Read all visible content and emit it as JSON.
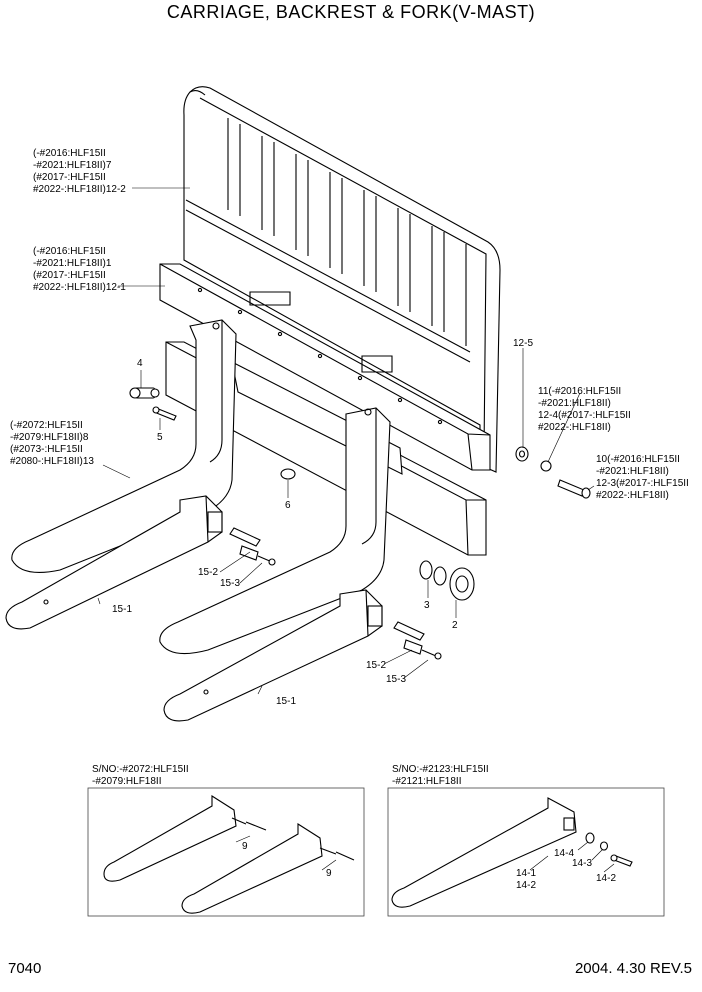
{
  "title": "CARRIAGE, BACKREST & FORK(V-MAST)",
  "page_number": "7040",
  "revision": "2004. 4.30 REV.5",
  "callouts": {
    "c12_2": [
      "(-#2016:HLF15II",
      " -#2021:HLF18II)7",
      "(#2017-:HLF15II",
      " #2022-:HLF18II)12-2"
    ],
    "c12_1": [
      "(-#2016:HLF15II",
      " -#2021:HLF18II)1",
      "(#2017-:HLF15II",
      " #2022-:HLF18II)12-1"
    ],
    "c13": [
      "(-#2072:HLF15II",
      " -#2079:HLF18II)8",
      "(#2073-:HLF15II",
      " #2080-:HLF18II)13"
    ],
    "c11": [
      "11(-#2016:HLF15II",
      " -#2021:HLF18II)",
      "12-4(#2017-:HLF15II",
      " #2022-:HLF18II)"
    ],
    "c10": [
      "10(-#2016:HLF15II",
      " -#2021:HLF18II)",
      "12-3(#2017-:HLF15II",
      " #2022-:HLF18II)"
    ]
  },
  "part_labels": {
    "p4": "4",
    "p5": "5",
    "p6": "6",
    "p12_5": "12-5",
    "p2": "2",
    "p3": "3",
    "p15_2_left": "15-2",
    "p15_3_left": "15-3",
    "p15_1_left": "15-1",
    "p15_2_right": "15-2",
    "p15_3_right": "15-3",
    "p15_1_right": "15-1"
  },
  "inset_left": {
    "serial": [
      "S/NO:-#2072:HLF15II",
      "  -#2079:HLF18II"
    ],
    "label_a": "9",
    "label_b": "9"
  },
  "inset_right": {
    "serial": [
      "S/NO:-#2123:HLF15II",
      "  -#2121:HLF18II"
    ],
    "label_14_4": "14-4",
    "label_14_3": "14-3",
    "label_14_2": "14-2",
    "label_14_1": "14-1",
    "label_14_2b": "14-2"
  }
}
